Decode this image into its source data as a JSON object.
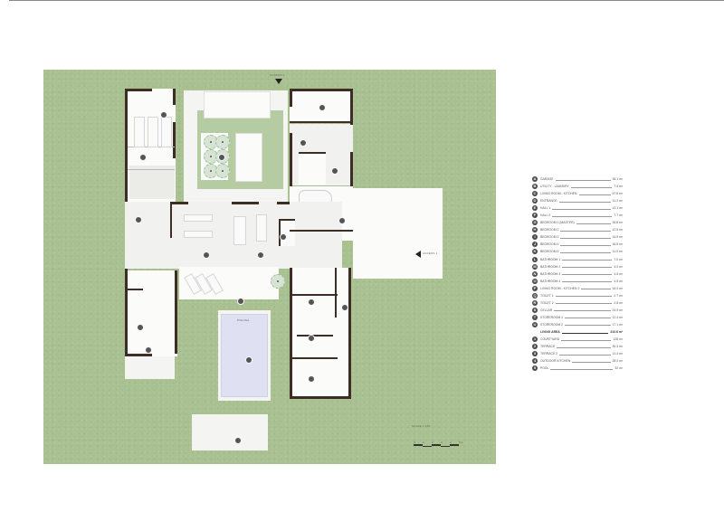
{
  "plan": {
    "access_top_label": "ACCESS 2",
    "access_right_label": "ACCESS 1",
    "scale_label": "SCALE 1:150",
    "scale_ticks": [
      "0",
      "1",
      "2",
      "3",
      "4",
      "5m"
    ],
    "pool_label": "PISCINA",
    "colors": {
      "grass": "#a9c191",
      "walls": "#3e2d24",
      "floor": "#f1f1ef",
      "pool": "#dfe0f1",
      "badge": "#4b4b4b"
    }
  },
  "legend": {
    "rooms": [
      {
        "key": "A",
        "name": "GARAGE",
        "area": "35.1 m²"
      },
      {
        "key": "B",
        "name": "UTILITY - LAUNDRY",
        "area": "7.4 m²"
      },
      {
        "key": "C",
        "name": "LIVING ROOM - KITCHEN",
        "area": "57.6 m²"
      },
      {
        "key": "D",
        "name": "ENTRANCE",
        "area": "11.2 m²"
      },
      {
        "key": "E",
        "name": "HALL 1",
        "area": "13.1 m²"
      },
      {
        "key": "F",
        "name": "HALL 2",
        "area": "7.7 m²"
      },
      {
        "key": "G",
        "name": "BEDROOM 1 (MASTER)",
        "area": "26.8 m²"
      },
      {
        "key": "H",
        "name": "BEDROOM 2",
        "area": "12.5 m²"
      },
      {
        "key": "I",
        "name": "BEDROOM 3",
        "area": "14.9 m²"
      },
      {
        "key": "J",
        "name": "BEDROOM 4",
        "area": "16.5 m²"
      },
      {
        "key": "K",
        "name": "BEDROOM 5",
        "area": "11.0 m²"
      },
      {
        "key": "L",
        "name": "BATHROOM 1",
        "area": "7.0 m²"
      },
      {
        "key": "M",
        "name": "BATHROOM 2",
        "area": "4.0 m²"
      },
      {
        "key": "N",
        "name": "BATHROOM 3",
        "area": "4.6 m²"
      },
      {
        "key": "O",
        "name": "BATHROOM 4",
        "area": "4.5 m²"
      },
      {
        "key": "P",
        "name": "LIVING ROOM - KITCHEN 2",
        "area": "16.0 m²"
      },
      {
        "key": "Q",
        "name": "TOILET 1",
        "area": "2.7 m²"
      },
      {
        "key": "R",
        "name": "TOILET 2",
        "area": "2.8 m²"
      },
      {
        "key": "S",
        "name": "CELLAR",
        "area": "24.9 m²"
      },
      {
        "key": "T",
        "name": "STOREROOM 1",
        "area": "12.4 m²"
      },
      {
        "key": "U",
        "name": "STOREROOM 2",
        "area": "17.1 m²"
      }
    ],
    "total": {
      "name": "LIVING AREA",
      "area": "310.6 m²"
    },
    "outdoor": [
      {
        "key": "1",
        "name": "COURTYARD",
        "area": "128 m²"
      },
      {
        "key": "2",
        "name": "TERRACE",
        "area": "30.3 m²"
      },
      {
        "key": "3",
        "name": "TERRACE 2",
        "area": "11.4 m²"
      },
      {
        "key": "4",
        "name": "OUTDOOR KITCHEN",
        "area": "28.0 m²"
      },
      {
        "key": "5",
        "name": "POOL",
        "area": "32 m²"
      }
    ]
  }
}
